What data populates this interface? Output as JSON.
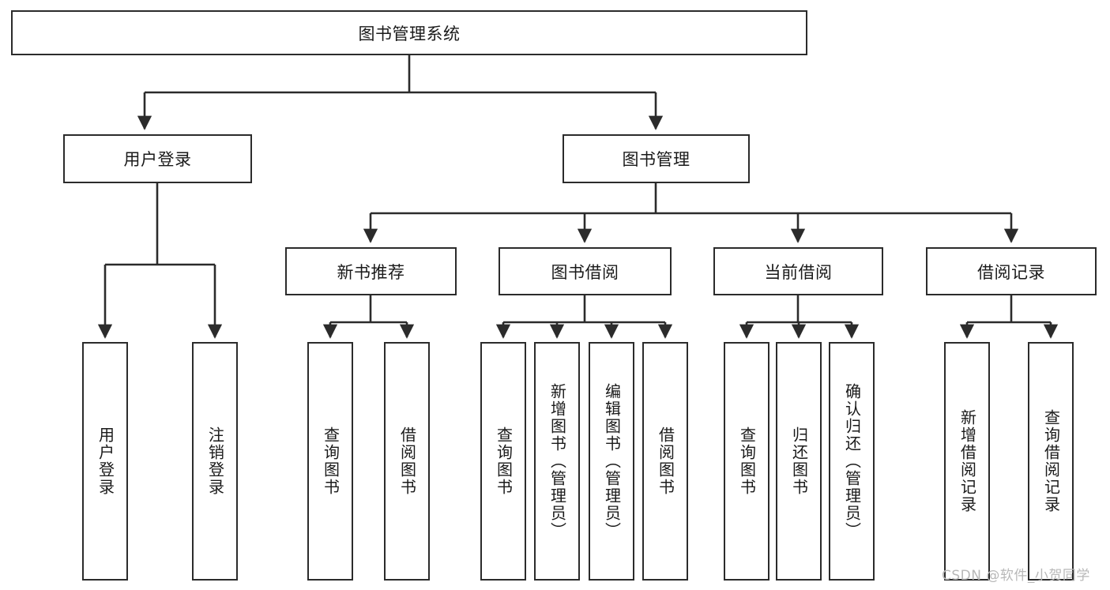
{
  "diagram": {
    "type": "tree",
    "title": "图书管理系统",
    "root": {
      "label": "图书管理系统"
    },
    "level1": [
      {
        "id": "user-login",
        "label": "用户登录"
      },
      {
        "id": "book-manage",
        "label": "图书管理"
      }
    ],
    "level2": [
      {
        "id": "new-book-rec",
        "label": "新书推荐",
        "parent": "book-manage"
      },
      {
        "id": "book-borrow",
        "label": "图书借阅",
        "parent": "book-manage"
      },
      {
        "id": "current-borrow",
        "label": "当前借阅",
        "parent": "book-manage"
      },
      {
        "id": "borrow-record",
        "label": "借阅记录",
        "parent": "book-manage"
      }
    ],
    "leaves": {
      "user-login": [
        {
          "id": "leaf-user-login",
          "label": "用户登录"
        },
        {
          "id": "leaf-logout",
          "label": "注销登录"
        }
      ],
      "new-book-rec": [
        {
          "id": "leaf-query-book-1",
          "label": "查询图书"
        },
        {
          "id": "leaf-borrow-book-1",
          "label": "借阅图书"
        }
      ],
      "book-borrow": [
        {
          "id": "leaf-query-book-2",
          "label": "查询图书"
        },
        {
          "id": "leaf-add-book",
          "label": "新增图书（管理员）"
        },
        {
          "id": "leaf-edit-book",
          "label": "编辑图书（管理员）"
        },
        {
          "id": "leaf-borrow-book-2",
          "label": "借阅图书"
        }
      ],
      "current-borrow": [
        {
          "id": "leaf-query-book-3",
          "label": "查询图书"
        },
        {
          "id": "leaf-return-book",
          "label": "归还图书"
        },
        {
          "id": "leaf-confirm-return",
          "label": "确认归还（管理员）"
        }
      ],
      "borrow-record": [
        {
          "id": "leaf-add-record",
          "label": "新增借阅记录"
        },
        {
          "id": "leaf-query-record",
          "label": "查询借阅记录"
        }
      ]
    },
    "colors": {
      "stroke": "#2b2b2b",
      "fill": "#ffffff",
      "text": "#1a1a1a",
      "watermark": "#b8b8b8"
    }
  },
  "watermark": {
    "text": "CSDN @软件_小贺同学"
  }
}
